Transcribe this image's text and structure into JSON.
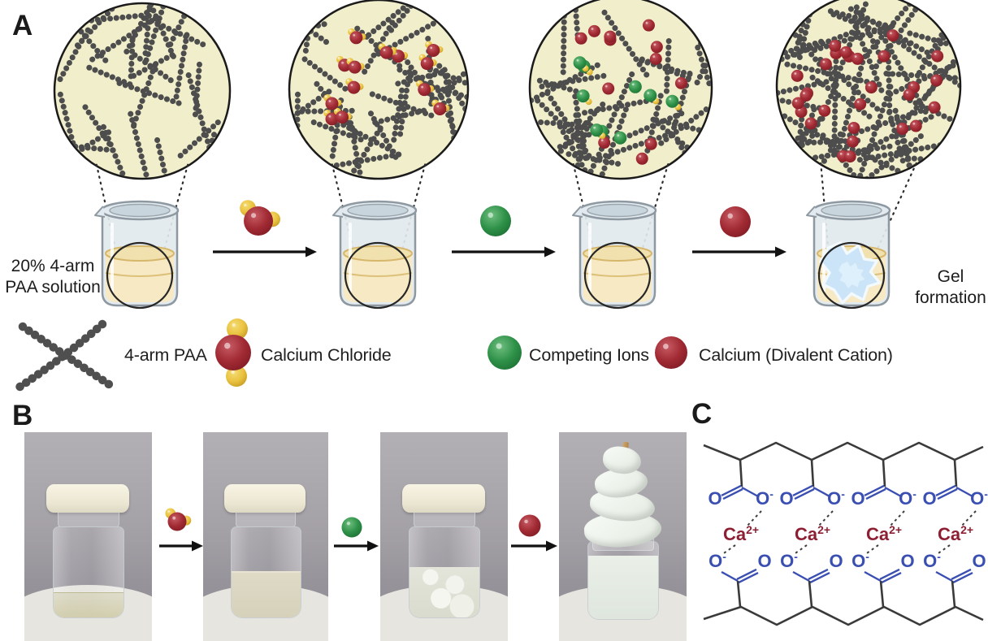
{
  "panel_a": {
    "label": "A",
    "solution_label": [
      "20% 4-arm",
      "PAA solution"
    ],
    "gel_label": [
      "Gel",
      "formation"
    ],
    "stages": [
      {
        "name": "4-arm PAA polymer network",
        "strands": 26,
        "cacl2_molecules": 0,
        "calcium_ions": 0,
        "competing_ions": 0
      },
      {
        "name": "calcium chloride dispersed in network",
        "strands": 26,
        "cacl2_molecules": 13,
        "calcium_ions": 0,
        "competing_ions": 0
      },
      {
        "name": "competing ions and free calcium in network",
        "strands": 26,
        "cacl2_molecules": 0,
        "calcium_ions": 12,
        "competing_ions": 9
      },
      {
        "name": "crosslinked gel network",
        "strands": 54,
        "cacl2_molecules": 0,
        "calcium_ions": 28,
        "competing_ions": 0
      }
    ],
    "step_icons": [
      "calcium-chloride",
      "competing-ion",
      "calcium-ion"
    ],
    "legend": [
      {
        "icon": "four-arm-paa-icon",
        "label": "4-arm PAA"
      },
      {
        "icon": "calcium-chloride-icon",
        "label": "Calcium Chloride"
      },
      {
        "icon": "competing-ion-icon",
        "label": "Competing Ions"
      },
      {
        "icon": "calcium-ion-icon",
        "label": "Calcium (Divalent Cation)"
      }
    ]
  },
  "panel_b": {
    "label": "B",
    "photos": [
      {
        "name": "vial-clear-paa-solution"
      },
      {
        "name": "vial-cloudy-after-cacl2"
      },
      {
        "name": "vial-precipitate-after-competing-ions"
      },
      {
        "name": "vial-gel-extruded"
      }
    ],
    "step_icons": [
      "calcium-chloride",
      "competing-ion",
      "calcium-ion"
    ]
  },
  "panel_c": {
    "label": "C",
    "oxygen": "O",
    "minus": "-",
    "ion": {
      "symbol": "Ca",
      "charge": "2+"
    },
    "crosslink_units": 4
  },
  "colors": {
    "network_bg": "#f1eecb",
    "strand": "#4d4d4d",
    "calcium_red": "#a12a33",
    "chloride_yellow": "#e9c23f",
    "competing_green": "#2e9148",
    "gel_blue": "#cbe4f7",
    "liquid_yellow": "#f6e9c3",
    "bond_blue": "#3a4fb1",
    "ca_label_red": "#8e1f33"
  }
}
